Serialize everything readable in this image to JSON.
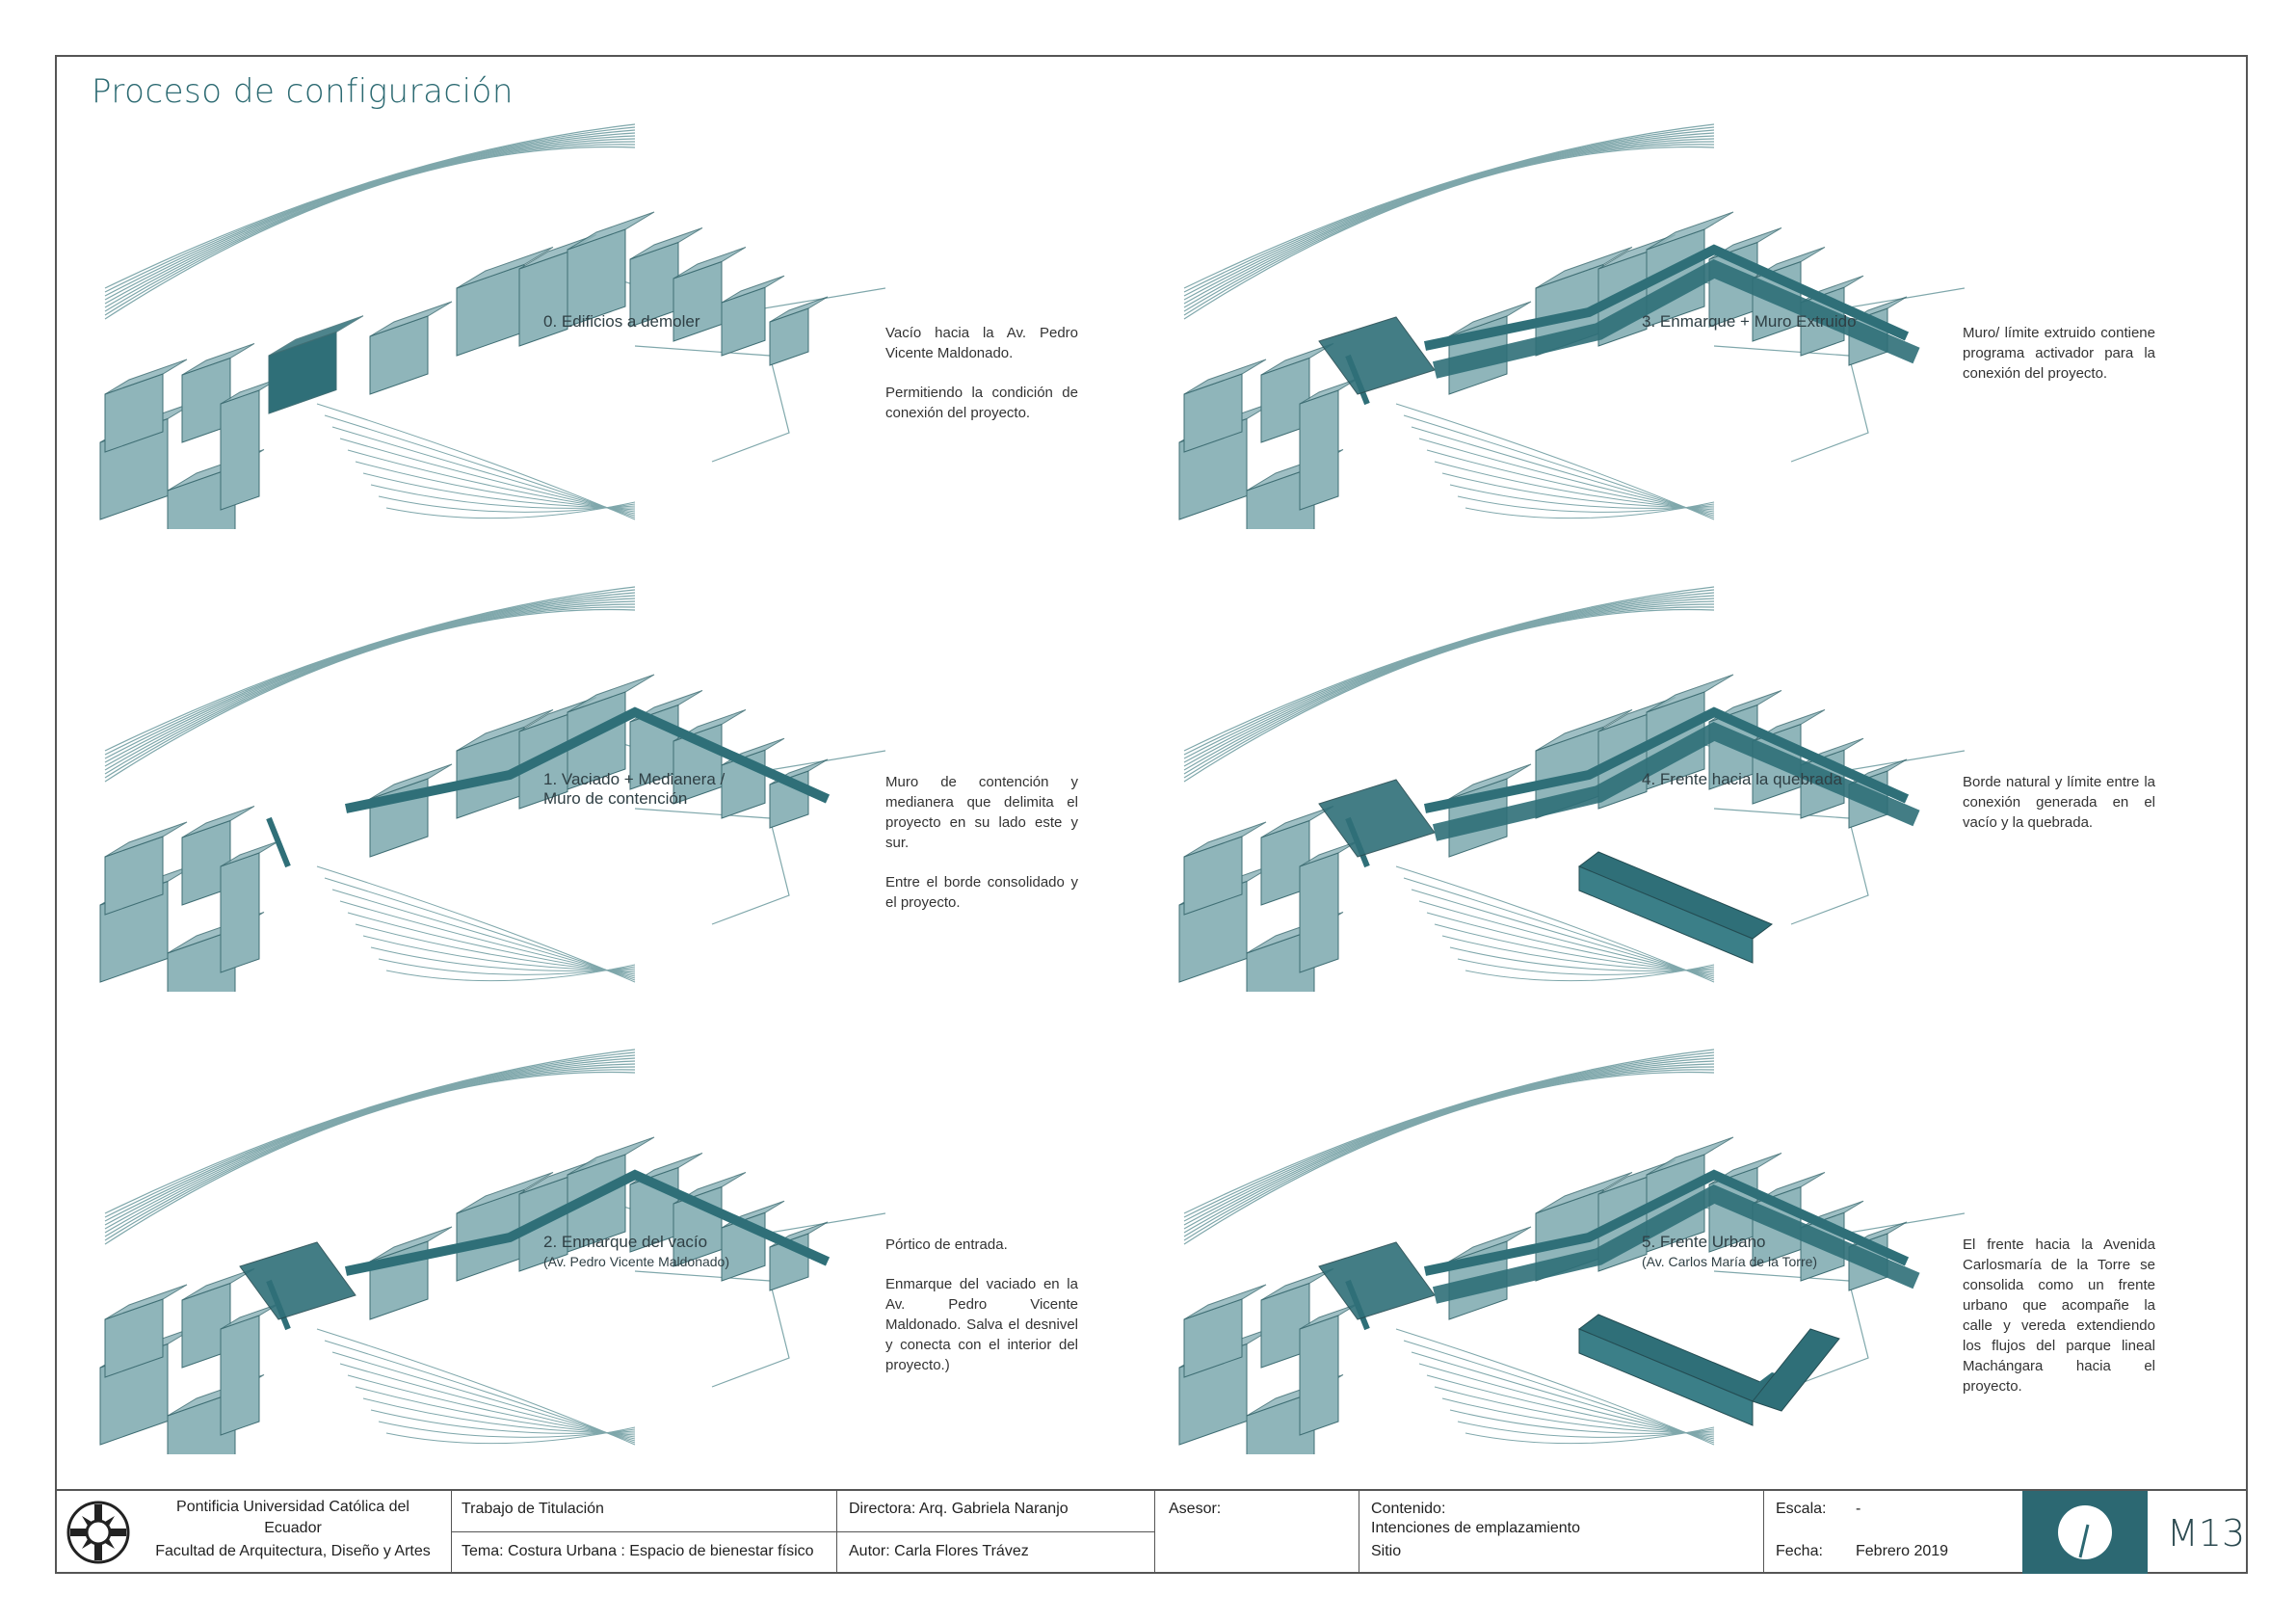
{
  "title": "Proceso de configuración",
  "colors": {
    "accent": "#2c6872",
    "building": "#8fb5ba",
    "highlight": "#2f6f78",
    "lines": "#7fa7ab"
  },
  "panels": [
    {
      "step": "0. Edificios a demoler",
      "sub": "",
      "paragraphs": [
        "Vacío hacia la Av. Pedro Vicente Maldonado.",
        "Permitiendo la condición de conexión del proyecto."
      ]
    },
    {
      "step": "3. Enmarque + Muro Extruido",
      "sub": "",
      "paragraphs": [
        "Muro/ límite extruido contiene programa activador para la conexión del proyecto."
      ]
    },
    {
      "step": "1. Vaciado + Medianera / Muro de contención",
      "sub": "",
      "paragraphs": [
        "Muro de contención y medianera que delimita el proyecto en su lado este y sur.",
        "Entre el borde consolidado y el proyecto."
      ]
    },
    {
      "step": "4. Frente hacia la quebrada",
      "sub": "",
      "paragraphs": [
        "Borde natural y límite entre la conexión generada en el vacío y la quebrada."
      ]
    },
    {
      "step": "2. Enmarque del vacío",
      "sub": "(Av. Pedro Vicente Maldonado)",
      "paragraphs": [
        "Pórtico de entrada.",
        "Enmarque del vaciado en la Av. Pedro Vicente Maldonado. Salva el desnivel y conecta con el interior del proyecto.)"
      ]
    },
    {
      "step": "5. Frente Urbano",
      "sub": "(Av. Carlos María de la Torre)",
      "paragraphs": [
        "El frente hacia la Avenida Carlosmaría de la Torre se consolida como un frente urbano que acompañe la calle y vereda extendiendo los flujos del parque lineal Machángara hacia el proyecto."
      ]
    }
  ],
  "footer": {
    "university_line1": "Pontificia Universidad Católica del",
    "university_line2": "Ecuador",
    "university_line3": "Facultad de Arquitectura, Diseño y Artes",
    "trabajo": "Trabajo de Titulación",
    "tema": "Tema: Costura Urbana : Espacio de bienestar físico",
    "directora": "Directora: Arq. Gabriela Naranjo",
    "autor": "Autor: Carla Flores Trávez",
    "asesor": "Asesor:",
    "contenido_label": "Contenido:",
    "contenido_line1": "Intenciones de emplazamiento",
    "contenido_line2": "Sitio",
    "escala_label": "Escala:",
    "escala_value": "-",
    "fecha_label": "Fecha:",
    "fecha_value": "Febrero 2019",
    "sheet_code": "M13"
  }
}
